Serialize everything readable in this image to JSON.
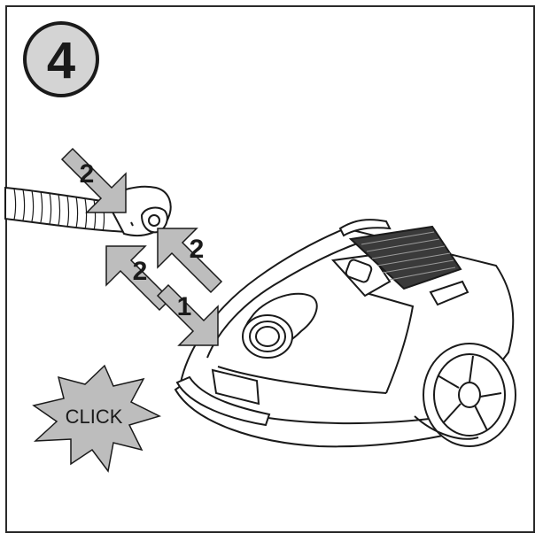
{
  "step": {
    "number": "4"
  },
  "arrows": {
    "top_left": "2",
    "right_of_nozzle": "2",
    "below_left": "2",
    "insert": "1"
  },
  "burst": {
    "label": "CLICK"
  },
  "colors": {
    "arrow_fill": "#bdbdbd",
    "badge_fill": "#d4d4d4",
    "burst_fill": "#bdbdbd",
    "line": "#1a1a1a"
  }
}
